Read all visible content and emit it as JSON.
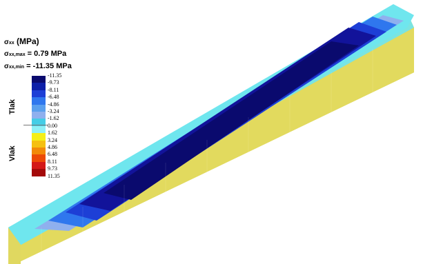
{
  "legend": {
    "title_symbol": "σ",
    "title_sub": "xx",
    "title_unit": "(MPa)",
    "max_sub": "xx,max",
    "max_text": "= 0.79 MPa",
    "min_sub": "xx,min",
    "min_text": "= -11.35 MPa",
    "compression_label": "Tlak",
    "tension_label": "Vlak",
    "ticks": [
      "-11.35",
      "-9.73",
      "-8.11",
      "-6.48",
      "-4.86",
      "-3.24",
      "-1.62",
      "0.00",
      "1.62",
      "3.24",
      "4.86",
      "6.48",
      "8.11",
      "9.73",
      "11.35"
    ],
    "colors": [
      "#0a0a6e",
      "#0d1fa8",
      "#1d3fd6",
      "#2f77ee",
      "#5aa0ee",
      "#8fb0ee",
      "#45cde6",
      "#8ff0f6",
      "#f4ef18",
      "#f5c010",
      "#f28a08",
      "#ec4a06",
      "#d41818",
      "#a40a0a"
    ]
  },
  "colors": {
    "beam_darkest": "#0a0a6e",
    "beam_dark": "#12139a",
    "beam_blue": "#1d3fd6",
    "beam_mid": "#2f77ee",
    "beam_light": "#8fb0ee",
    "beam_cyan": "#6fe6ee",
    "beam_side_cyan": "#5fd8e6",
    "beam_yellow": "#dcd66a"
  }
}
